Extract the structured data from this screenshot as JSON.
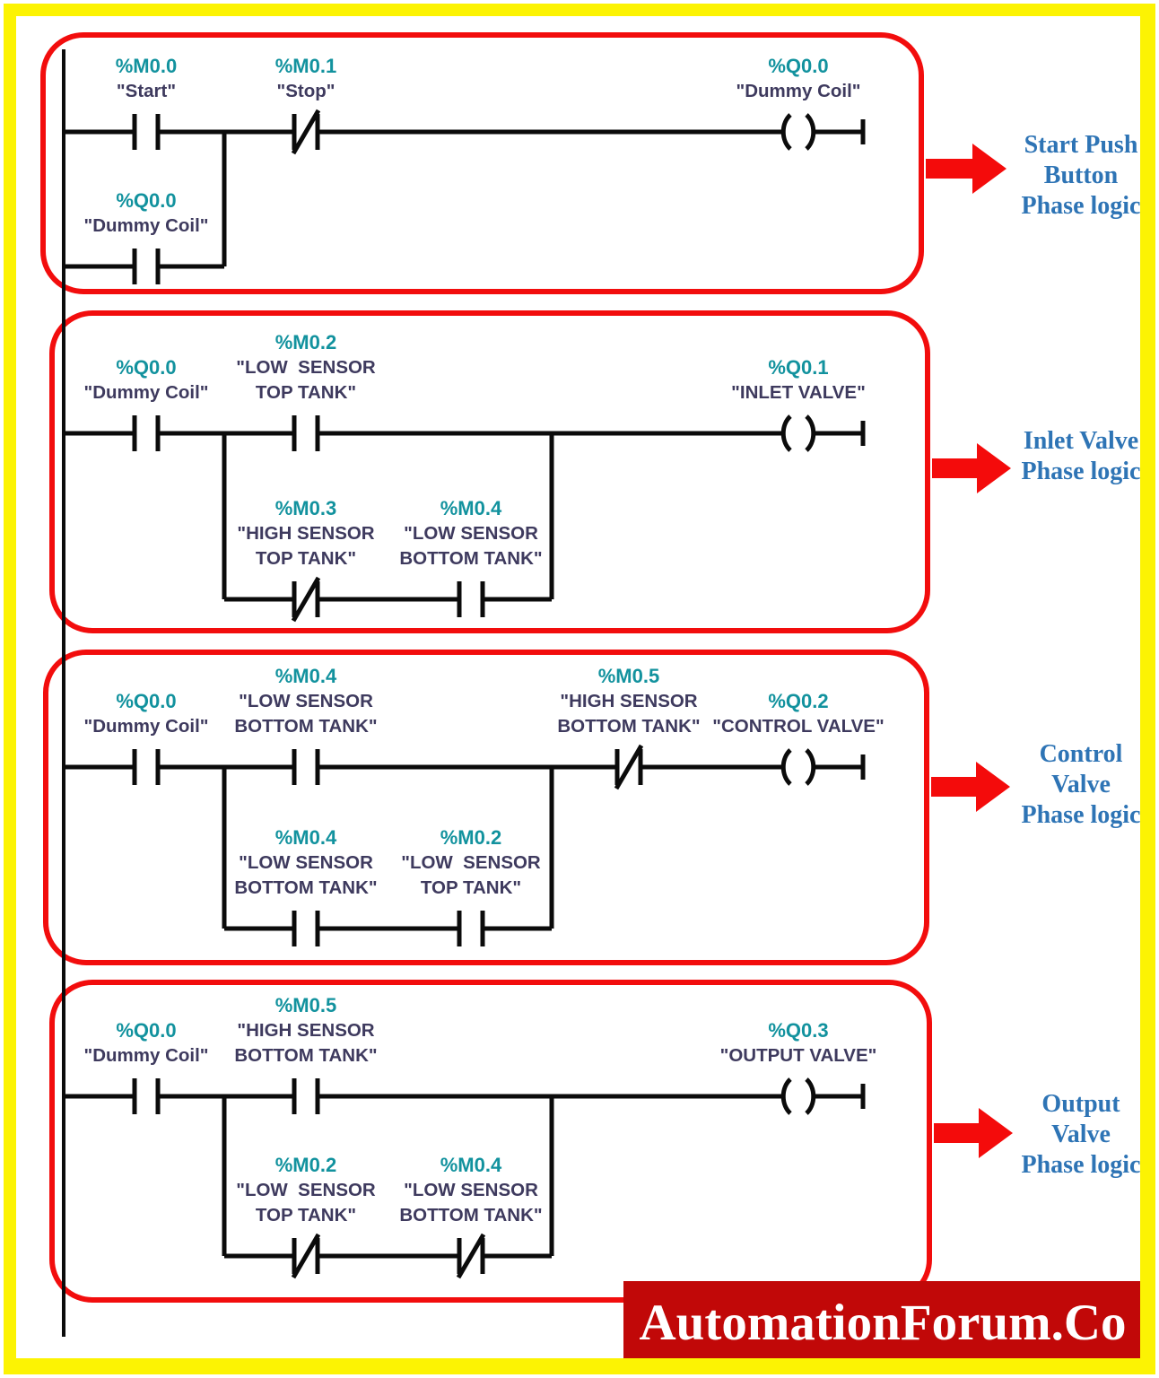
{
  "colors": {
    "frame_yellow": "#FCF303",
    "rung_box_red": "#F20D0D",
    "arrow_red": "#F40B0B",
    "address_teal": "#12929E",
    "name_dark": "#3E3A5E",
    "annotation_blue": "#2E74B5",
    "banner_background": "#C10808",
    "banner_text": "#FFFFFF",
    "wire_black": "#0B0B0B"
  },
  "rungs": [
    {
      "annotation_lines": [
        "Start Push",
        "Button",
        "Phase logic"
      ],
      "elements": [
        {
          "symbol": "NO-contact",
          "address": "%M0.0",
          "name_lines": [
            "\"Start\""
          ]
        },
        {
          "symbol": "NC-contact",
          "address": "%M0.1",
          "name_lines": [
            "\"Stop\""
          ]
        },
        {
          "symbol": "coil",
          "address": "%Q0.0",
          "name_lines": [
            "\"Dummy Coil\""
          ]
        },
        {
          "symbol": "NO-contact-branch",
          "address": "%Q0.0",
          "name_lines": [
            "\"Dummy Coil\""
          ]
        }
      ]
    },
    {
      "annotation_lines": [
        "Inlet Valve",
        "Phase logic"
      ],
      "elements": [
        {
          "symbol": "NO-contact",
          "address": "%Q0.0",
          "name_lines": [
            "\"Dummy Coil\""
          ]
        },
        {
          "symbol": "NO-contact",
          "address": "%M0.2",
          "name_lines": [
            "\"LOW  SENSOR",
            "TOP TANK\""
          ]
        },
        {
          "symbol": "coil",
          "address": "%Q0.1",
          "name_lines": [
            "\"INLET VALVE\""
          ]
        },
        {
          "symbol": "NC-contact-branch",
          "address": "%M0.3",
          "name_lines": [
            "\"HIGH SENSOR",
            "TOP TANK\""
          ]
        },
        {
          "symbol": "NO-contact-branch",
          "address": "%M0.4",
          "name_lines": [
            "\"LOW SENSOR",
            "BOTTOM TANK\""
          ]
        }
      ]
    },
    {
      "annotation_lines": [
        "Control",
        "Valve",
        "Phase logic"
      ],
      "elements": [
        {
          "symbol": "NO-contact",
          "address": "%Q0.0",
          "name_lines": [
            "\"Dummy Coil\""
          ]
        },
        {
          "symbol": "NO-contact",
          "address": "%M0.4",
          "name_lines": [
            "\"LOW SENSOR",
            "BOTTOM TANK\""
          ]
        },
        {
          "symbol": "NC-contact",
          "address": "%M0.5",
          "name_lines": [
            "\"HIGH SENSOR",
            "BOTTOM TANK\""
          ]
        },
        {
          "symbol": "coil",
          "address": "%Q0.2",
          "name_lines": [
            "\"CONTROL VALVE\""
          ]
        },
        {
          "symbol": "NO-contact-branch",
          "address": "%M0.4",
          "name_lines": [
            "\"LOW SENSOR",
            "BOTTOM TANK\""
          ]
        },
        {
          "symbol": "NO-contact-branch",
          "address": "%M0.2",
          "name_lines": [
            "\"LOW  SENSOR",
            "TOP TANK\""
          ]
        }
      ]
    },
    {
      "annotation_lines": [
        "Output",
        "Valve",
        "Phase logic"
      ],
      "elements": [
        {
          "symbol": "NO-contact",
          "address": "%Q0.0",
          "name_lines": [
            "\"Dummy Coil\""
          ]
        },
        {
          "symbol": "NO-contact",
          "address": "%M0.5",
          "name_lines": [
            "\"HIGH SENSOR",
            "BOTTOM TANK\""
          ]
        },
        {
          "symbol": "coil",
          "address": "%Q0.3",
          "name_lines": [
            "\"OUTPUT VALVE\""
          ]
        },
        {
          "symbol": "NC-contact-branch",
          "address": "%M0.2",
          "name_lines": [
            "\"LOW  SENSOR",
            "TOP TANK\""
          ]
        },
        {
          "symbol": "NC-contact-branch",
          "address": "%M0.4",
          "name_lines": [
            "\"LOW SENSOR",
            "BOTTOM TANK\""
          ]
        }
      ]
    }
  ],
  "banner": {
    "text": "AutomationForum.Co"
  }
}
